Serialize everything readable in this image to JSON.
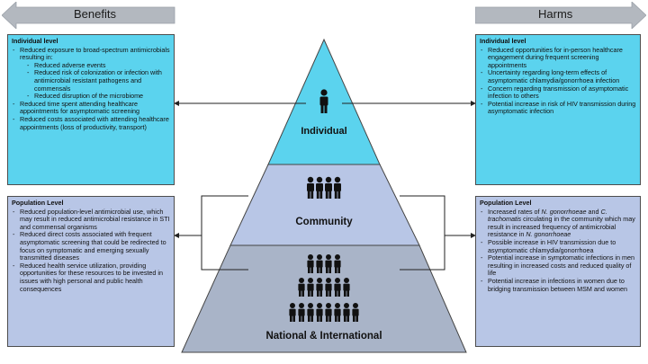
{
  "header": {
    "benefits_label": "Benefits",
    "harms_label": "Harms"
  },
  "pyramid": {
    "individual_label": "Individual",
    "community_label": "Community",
    "national_label": "National & International"
  },
  "benefits_individual": {
    "title": "Individual level",
    "item1": "Reduced exposure to broad-spectrum antimicrobials resulting in:",
    "sub1": "Reduced adverse events",
    "sub2": "Reduced risk of colonization or infection with antimicrobial resistant pathogens and commensals",
    "sub3": "Reduced disruption of the microbiome",
    "item2": "Reduced time spent attending healthcare appointments for asymptomatic screening",
    "item3": "Reduced costs associated with attending healthcare appointments (loss of productivity, transport)"
  },
  "benefits_population": {
    "title": "Population Level",
    "item1": "Reduced population-level antimicrobial use, which may result in reduced antimicrobial resistance in STI and commensal organisms",
    "item2": "Reduced direct costs associated with frequent asymptomatic screening that could be redirected to focus on symptomatic and emerging sexually transmitted diseases",
    "item3": "Reduced health service utilization, providing opportunities for these resources to be  invested in issues with high personal and public health consequences"
  },
  "harms_individual": {
    "title": "Individual level",
    "item1": "Reduced opportunities for in-person healthcare engagement during frequent screening appointments",
    "item2": "Uncertainty regarding long-term effects of asymptomatic chlamydia/gonorrhoea infection",
    "item3": "Concern regarding transmission of asymptomatic infection to others",
    "item4": "Potential increase in risk of HIV transmission during asymptomatic infection"
  },
  "harms_population": {
    "title": "Population Level",
    "item1_a": "Increased rates of ",
    "item1_b": "N. gonorrhoeae",
    "item1_c": " and ",
    "item1_d": "C. trachomatis",
    "item1_e": " circulating in the community which may result in increased frequency of antimicrobial resistance in ",
    "item1_f": "N. gonorrhoeae",
    "item2": "Possible increase in HIV transmission due to asymptomatic chlamydia/gonorrhoea",
    "item3": "Potential increase in symptomatic infections in men resulting in increased costs and reduced quality of life",
    "item4": "Potential increase in infections in women due to bridging transmission between MSM and women"
  },
  "colors": {
    "cyan": "#5bd3ee",
    "lavender": "#b8c6e6",
    "slate": "#a9b4c8",
    "arrow": "#b3b8bf"
  }
}
